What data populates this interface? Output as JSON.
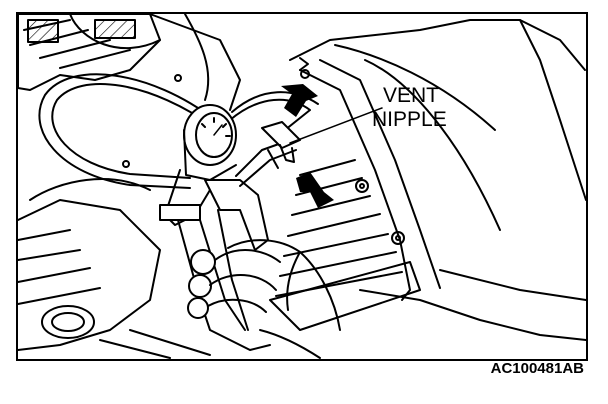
{
  "callout": {
    "line1": "VENT",
    "line2": "NIPPLE"
  },
  "figure_code": "AC100481AB",
  "colors": {
    "ink": "#000000",
    "paper": "#ffffff"
  }
}
